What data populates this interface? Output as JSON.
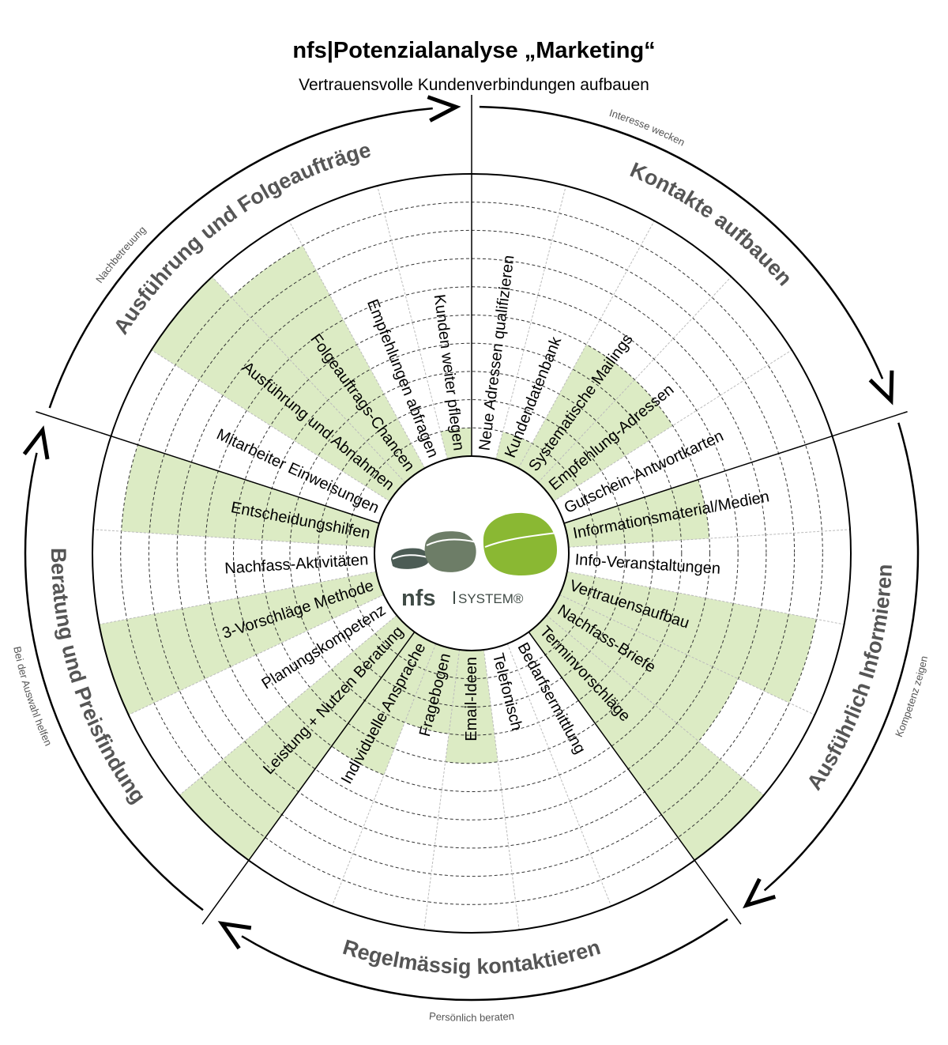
{
  "header": {
    "title": "nfs|Potenzialanalyse „Marketing“",
    "subtitle": "Vertrauensvolle Kundenverbindungen aufbauen"
  },
  "logo": {
    "brand": "nfs",
    "product": "SYSTEM®"
  },
  "colors": {
    "fill": "#dcebc4",
    "stone_dark": "#4c5c55",
    "stone_mid": "#6d7d67",
    "stone_green": "#8ab833",
    "logo_text": "#3f4a45",
    "phase_text": "#555555"
  },
  "phases": [
    {
      "name": "Kontakte aufbauen",
      "sub": "Interesse wecken"
    },
    {
      "name": "Ausführlich Informieren",
      "sub": "Kompetenz zeigen"
    },
    {
      "name": "Regelmässig kontaktieren",
      "sub": "Persönlich beraten"
    },
    {
      "name": "Beratung und Preisfindung",
      "sub": "Bei der Auswahl helfen"
    },
    {
      "name": "Ausführung und Folgeaufträge",
      "sub": "Nachbetreuung"
    }
  ],
  "chart_data": {
    "type": "polar-bar",
    "scale_rings": 10,
    "categories": [
      "Neue Adressen qualifizieren",
      "Kundendatenbank",
      "Systematische Mailings",
      "Empfehlung-Adressen",
      "Gutschein-Antwortkarten",
      "Informationsmaterial/Medien",
      "Info-Veranstaltungen",
      "Vertrauensaufbau",
      "Nachfass-Briefe",
      "Terminvorschläge",
      "Bedarfsermittlung",
      "Telefonisch",
      "Email-Ideen",
      "Fragebogen",
      "Individuelle Ansprache",
      "Leistung + Nutzen Beratung",
      "Planungskompetenz",
      "3-Vorschläge Methode",
      "Nachfass-Aktivitäten",
      "Entscheidungshilfen",
      "Mitarbeiter Einweisungen",
      "Ausführung und Abnahmen",
      "Folgeauftrags-Chancen",
      "Empfehlungen abfragen",
      "Kunden weiter pflegen"
    ],
    "values": [
      0,
      1,
      5,
      5,
      0,
      5,
      0,
      9,
      7,
      10,
      0,
      0,
      4,
      3,
      5,
      10,
      0,
      10,
      0,
      9,
      0,
      10,
      9,
      0,
      1
    ]
  }
}
